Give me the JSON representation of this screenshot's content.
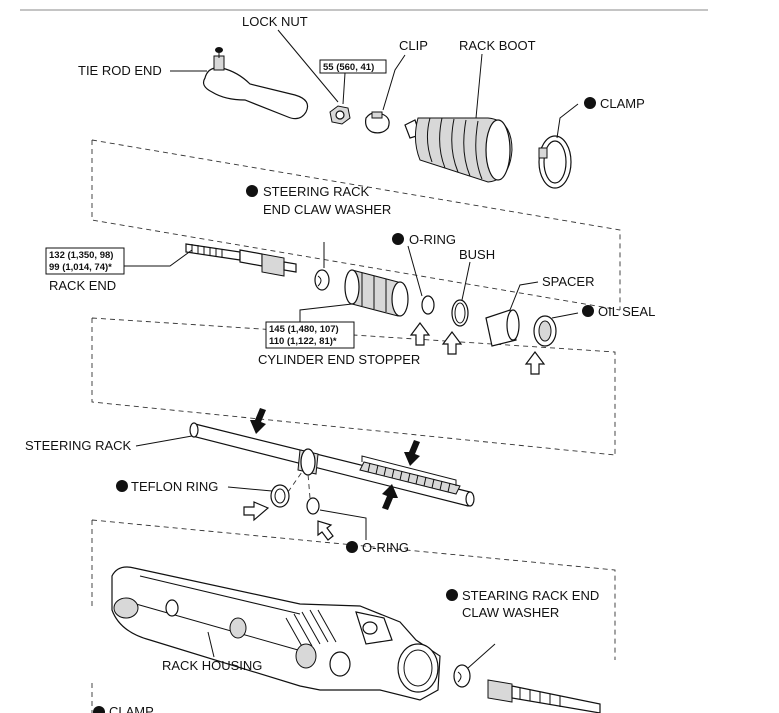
{
  "labels": {
    "lock_nut": "LOCK NUT",
    "clip": "CLIP",
    "rack_boot": "RACK BOOT",
    "tie_rod_end": "TIE ROD END",
    "clamp_top": "CLAMP",
    "claw_washer_1a": "STEERING RACK",
    "claw_washer_1b": "END CLAW WASHER",
    "o_ring_top": "O-RING",
    "bush": "BUSH",
    "spacer": "SPACER",
    "oil_seal": "OIL SEAL",
    "rack_end": "RACK END",
    "cylinder_end_stopper": "CYLINDER END STOPPER",
    "steering_rack": "STEERING RACK",
    "teflon_ring": "TEFLON RING",
    "o_ring_bottom": "O-RING",
    "claw_washer_2a": "STEARING RACK END",
    "claw_washer_2b": "CLAW WASHER",
    "rack_housing": "RACK HOUSING",
    "clamp_bottom": "CLAMP"
  },
  "torques": {
    "lock_nut": "55 (560, 41)",
    "rack_end_1": "132 (1,350, 98)",
    "rack_end_2": "99 (1,014, 74)*",
    "stopper_1": "145 (1,480, 107)",
    "stopper_2": "110 (1,122, 81)*"
  }
}
